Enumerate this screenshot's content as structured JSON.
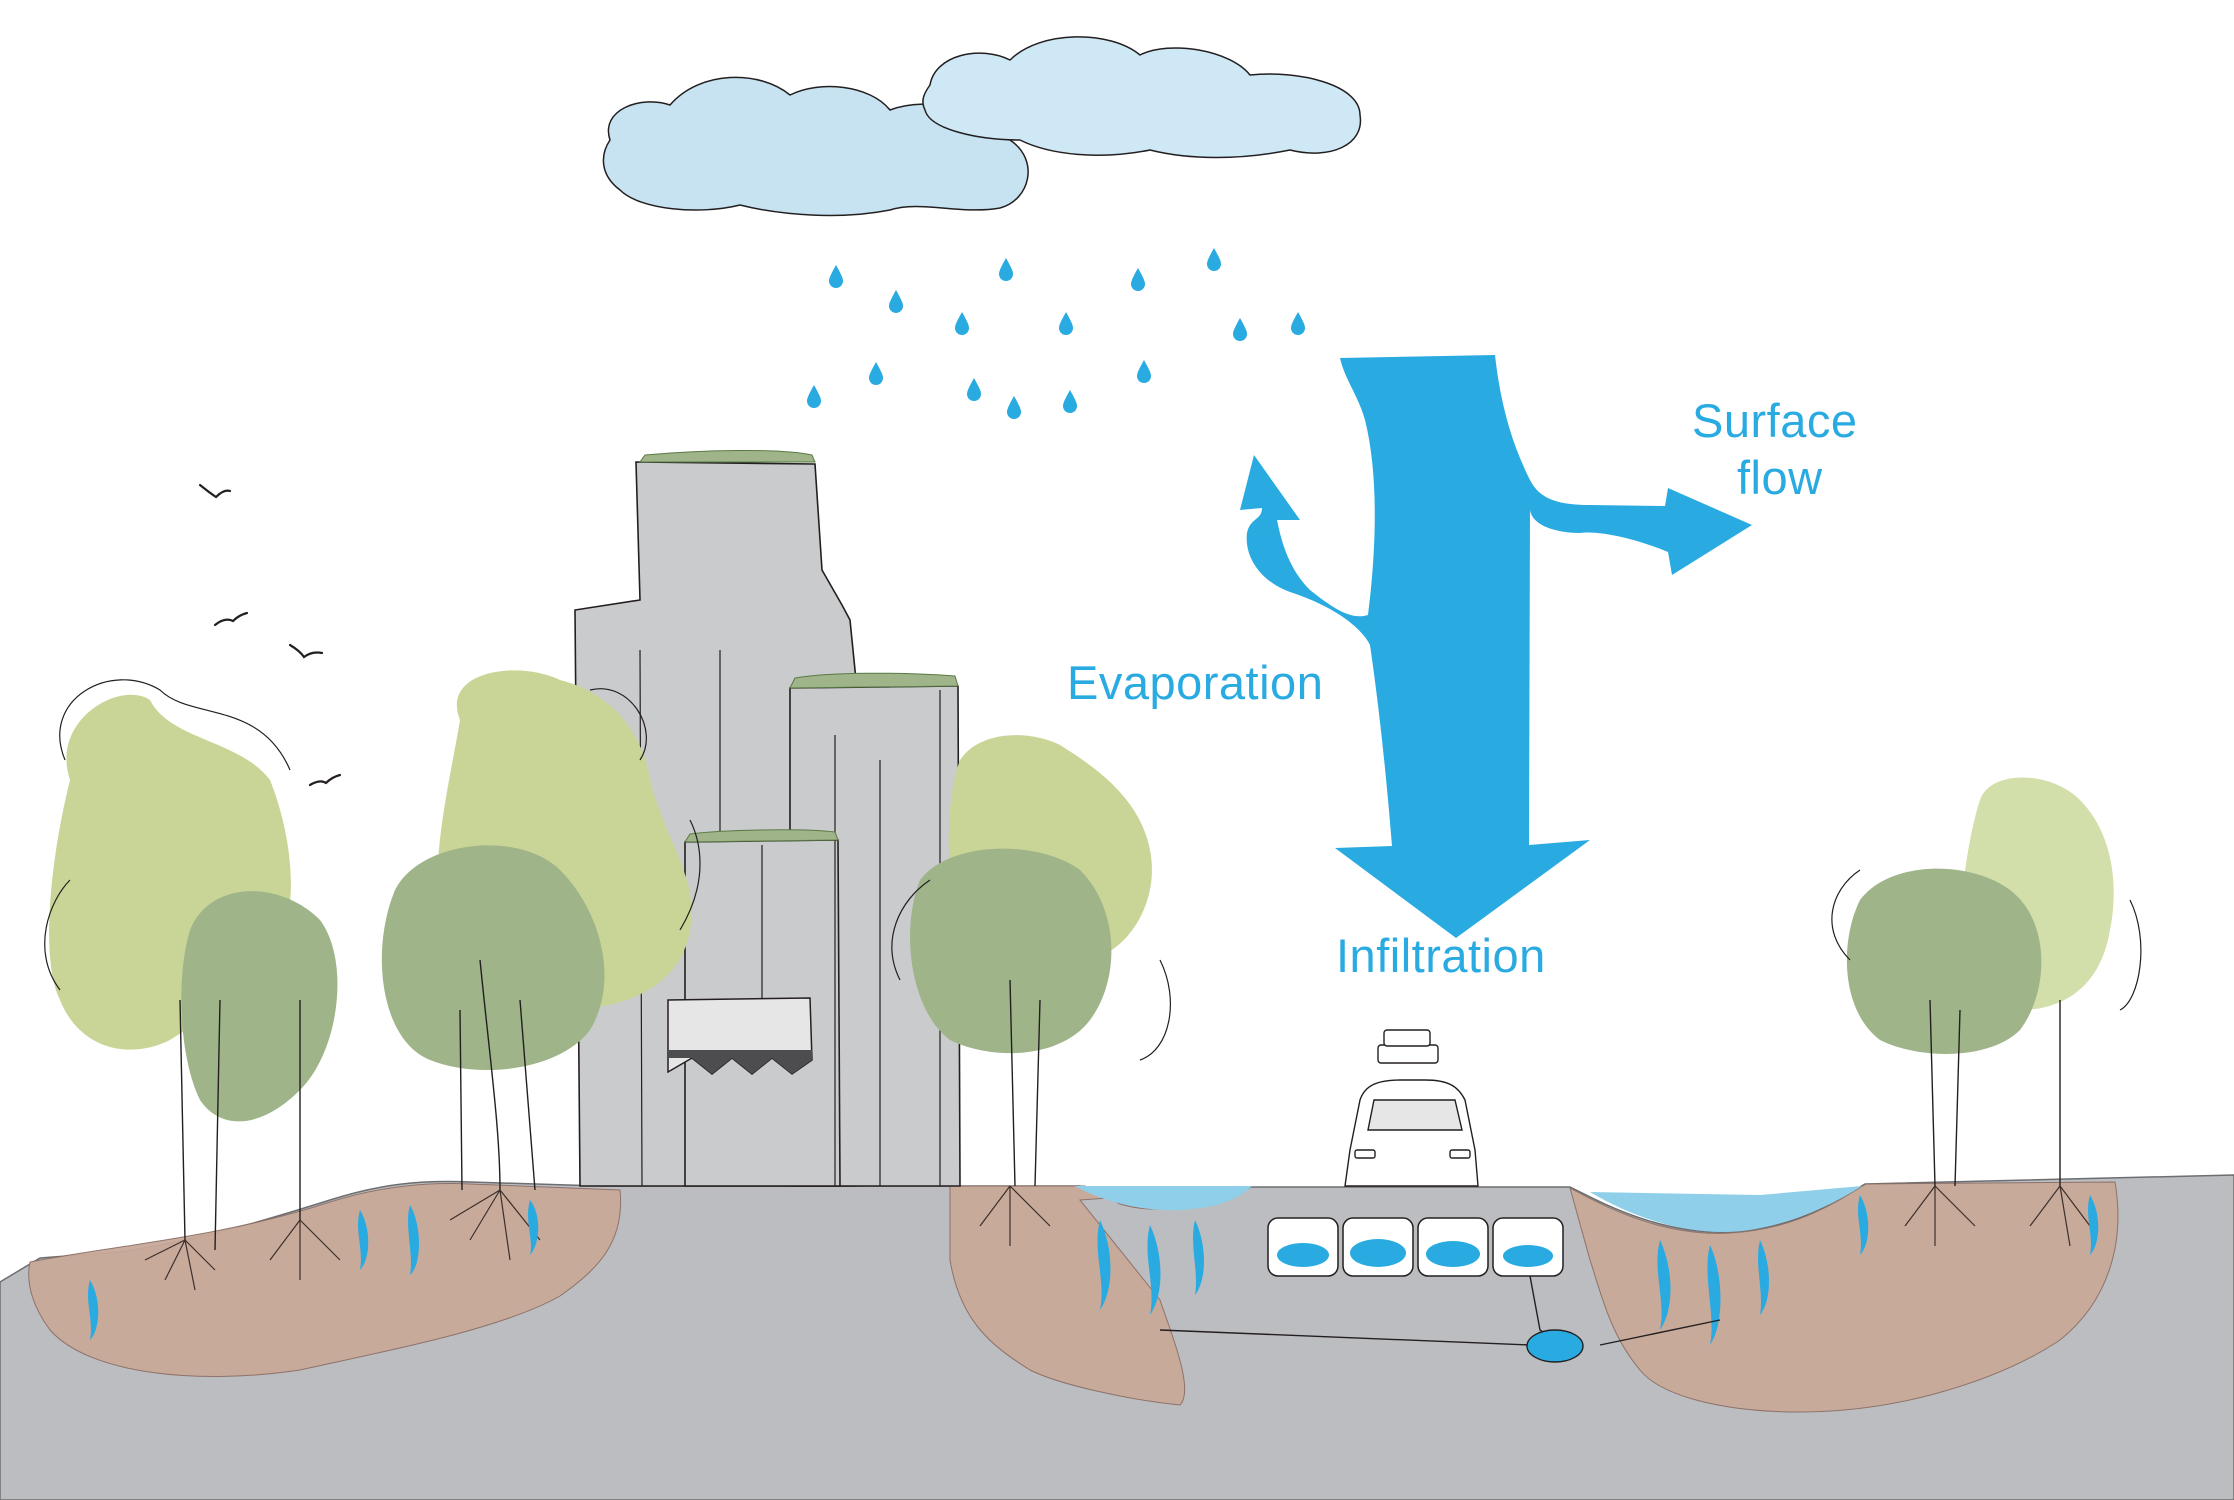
{
  "labels": {
    "evaporation": "Evaporation",
    "surface_flow_line1": "Surface",
    "surface_flow_line2": "flow",
    "infiltration": "Infiltration"
  },
  "colors": {
    "water_blue": "#29abe2",
    "cloud_blue": "#c7e3f1",
    "ground_gray": "#bcbdc0",
    "soil_brown": "#c9a99a",
    "foliage_light": "#c9d596",
    "foliage_dark": "#9fb489",
    "building_gray": "#cacbcd"
  }
}
